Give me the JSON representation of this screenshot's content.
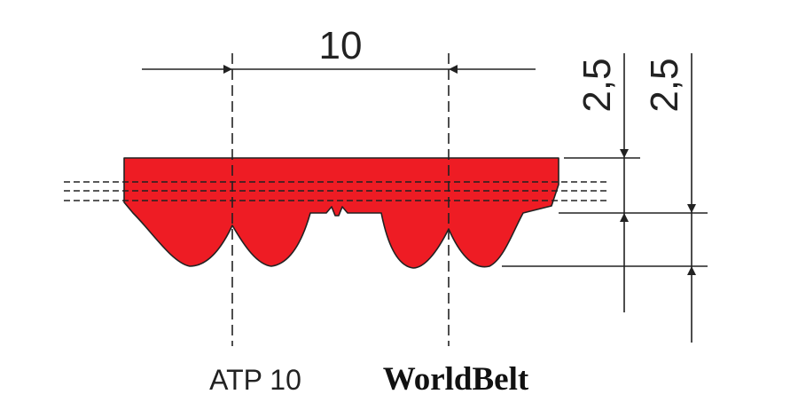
{
  "dimensions": {
    "pitch": "10",
    "tooth_height": "2,5",
    "belt_thickness": "2,5"
  },
  "labels": {
    "profile": "ATP 10",
    "brand": "WorldBelt"
  },
  "colors": {
    "belt_fill": "#ee1c24",
    "outline": "#222222"
  }
}
